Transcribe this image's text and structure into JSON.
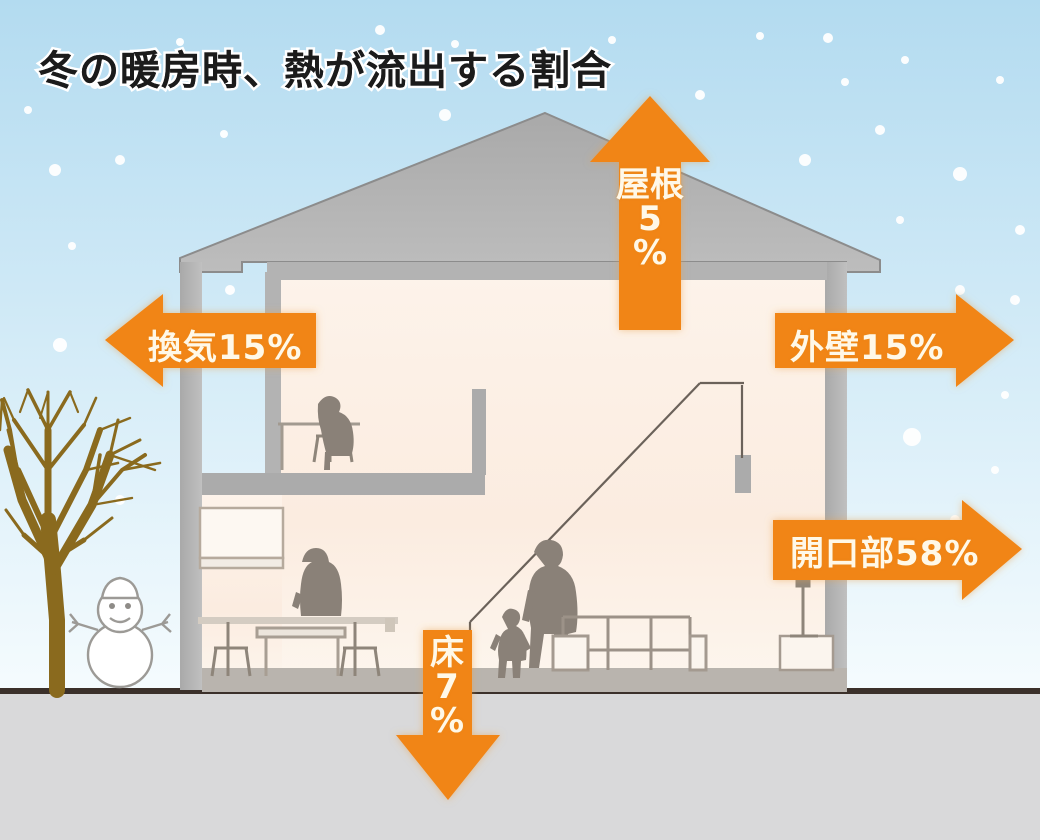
{
  "title": "冬の暖房時、熱が流出する割合",
  "colors": {
    "sky_top": "#b5dcf0",
    "sky_bottom": "#f4fbfe",
    "ground": "#d9d9da",
    "ground_line": "#3a2f28",
    "roof": "#b0b0b0",
    "wall": "#b3b3b3",
    "interior": "#fcf0e4",
    "arrow": "#f18512",
    "arrow_text": "#fff6e3",
    "tree": "#8a6a1e",
    "title_text": "#1b1b1b",
    "title_outline": "#ffffff",
    "furniture": "#8d8378",
    "person": "#8a8178"
  },
  "chart_data": {
    "type": "diagram",
    "title": "冬の暖房時、熱が流出する割合",
    "unit": "%",
    "categories": [
      "屋根",
      "換気",
      "外壁",
      "開口部",
      "床"
    ],
    "values": [
      5,
      15,
      15,
      58,
      7
    ],
    "items": [
      {
        "key": "roof",
        "label": "屋根",
        "value": 5,
        "value_text": "5%",
        "direction": "up",
        "full_text": "屋根5%"
      },
      {
        "key": "ventilation",
        "label": "換気",
        "value": 15,
        "value_text": "15%",
        "direction": "left",
        "full_text": "換気15%"
      },
      {
        "key": "exterior-wall",
        "label": "外壁",
        "value": 15,
        "value_text": "15%",
        "direction": "right",
        "full_text": "外壁15%"
      },
      {
        "key": "openings",
        "label": "開口部",
        "value": 58,
        "value_text": "58%",
        "direction": "right",
        "full_text": "開口部58%"
      },
      {
        "key": "floor",
        "label": "床",
        "value": 7,
        "value_text": "7%",
        "direction": "down",
        "full_text": "床7%"
      }
    ]
  },
  "arrows": {
    "roof": {
      "text_line1": "屋根",
      "text_line2": "5",
      "text_line3": "%"
    },
    "ventilation": {
      "text": "換気15%"
    },
    "exterior_wall": {
      "text": "外壁15%"
    },
    "openings": {
      "text": "開口部58%"
    },
    "floor": {
      "text_line1": "床",
      "text_line2": "7",
      "text_line3": "%"
    }
  },
  "scene": {
    "tree": "bare-winter-tree",
    "snowman": "snowman",
    "snowflakes": "falling-snow",
    "house": "house-cross-section",
    "occupants": [
      "person-at-desk",
      "person-at-counter",
      "adult-standing",
      "child-standing"
    ],
    "furniture": [
      "desk",
      "chair",
      "dining-table",
      "dining-chairs",
      "kitchen-counter",
      "sofa",
      "tv-cabinet",
      "floor-lamp",
      "stair-railing"
    ]
  }
}
